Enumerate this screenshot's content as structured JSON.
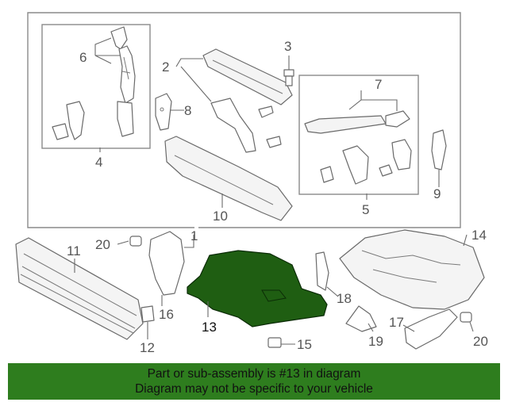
{
  "callouts": {
    "c1": "1",
    "c2": "2",
    "c3": "3",
    "c4": "4",
    "c5": "5",
    "c6": "6",
    "c7": "7",
    "c8": "8",
    "c9": "9",
    "c10": "10",
    "c11": "11",
    "c12": "12",
    "c13": "13",
    "c14": "14",
    "c15": "15",
    "c16": "16",
    "c17": "17",
    "c18": "18",
    "c19": "19",
    "c20a": "20",
    "c20b": "20"
  },
  "banner": {
    "line1": "Part or sub-assembly is #13 in diagram",
    "line2": "Diagram may not be specific to your vehicle",
    "color": "#2e7d1e"
  },
  "highlight_color": "#1f5e12"
}
